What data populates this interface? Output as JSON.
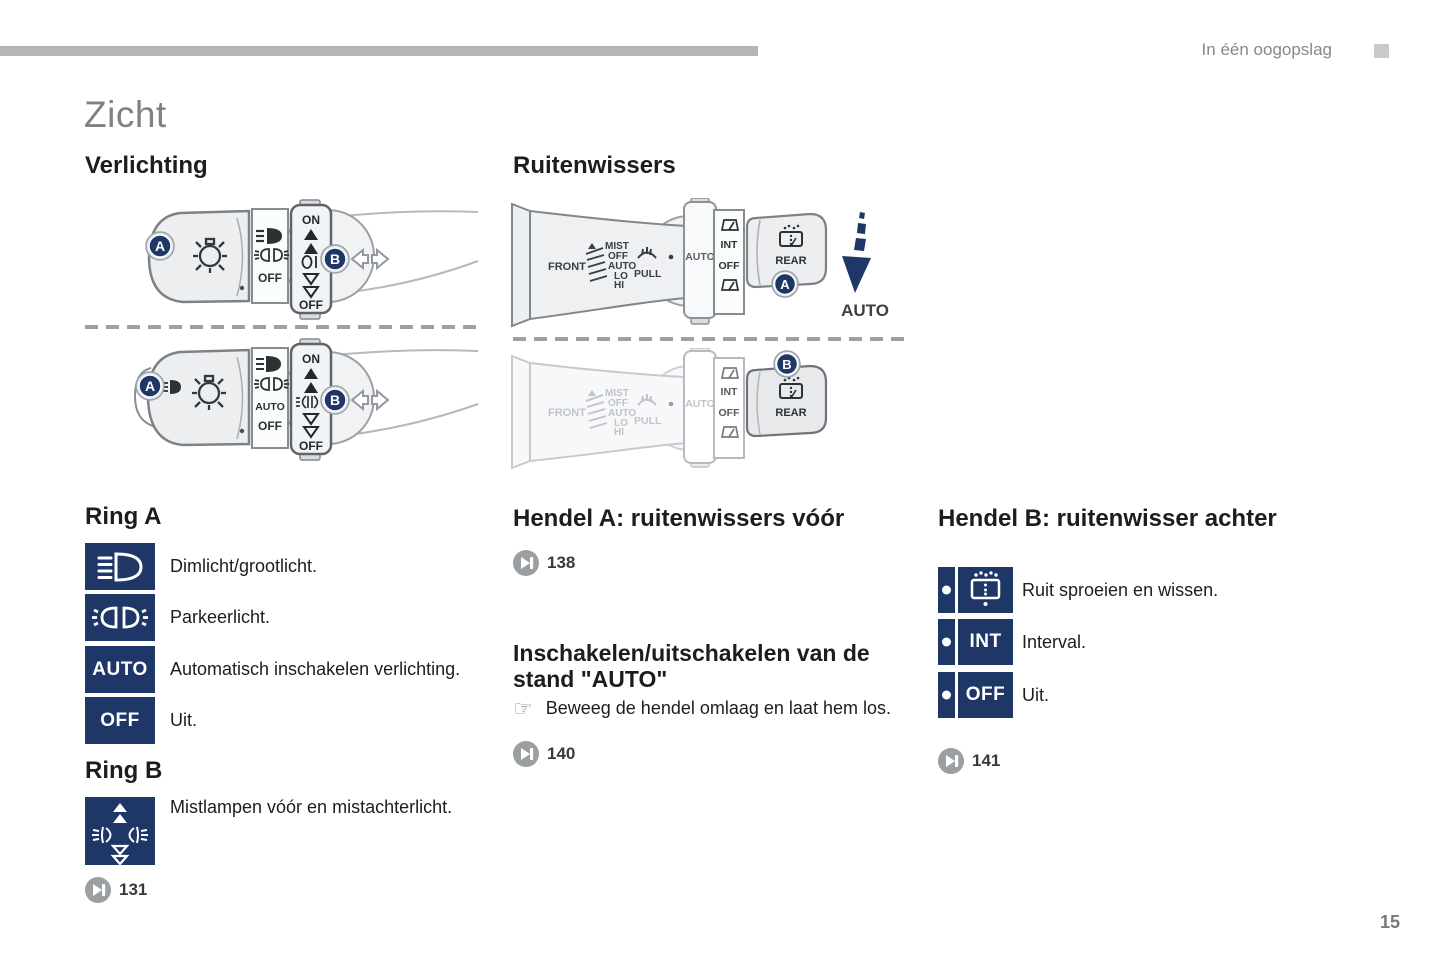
{
  "header": {
    "breadcrumb": "In één oogopslag",
    "title": "Zicht",
    "page_number": "15"
  },
  "colors": {
    "navy": "#1e3766",
    "bar_gray": "#b3b6b9",
    "title_gray": "#7f8285"
  },
  "lighting": {
    "heading": "Verlichting",
    "diagram": {
      "badge_a": "A",
      "badge_b": "B",
      "on": "ON",
      "off": "OFF",
      "auto": "AUTO"
    },
    "ring_a": {
      "heading": "Ring A",
      "items": [
        {
          "label": "Dimlicht/grootlicht."
        },
        {
          "label": "Parkeerlicht."
        },
        {
          "text": "AUTO",
          "label": "Automatisch inschakelen verlichting."
        },
        {
          "text": "OFF",
          "label": "Uit."
        }
      ]
    },
    "ring_b": {
      "heading": "Ring B",
      "label": "Mistlampen vóór en mistachterlicht.",
      "page_ref": "131"
    }
  },
  "wipers": {
    "heading": "Ruitenwissers",
    "diagram": {
      "badge_a": "A",
      "badge_b": "B",
      "front": "FRONT",
      "mist": "MIST",
      "off": "OFF",
      "auto": "AUTO",
      "lo": "LO",
      "hi": "HI",
      "pull": "PULL",
      "int": "INT",
      "rear": "REAR",
      "auto_arrow": "AUTO"
    },
    "hendel_a": {
      "heading": "Hendel A: ruitenwissers vóór",
      "page_ref": "138"
    },
    "auto_mode": {
      "heading": "Inschakelen/uitschakelen van de stand \"AUTO\"",
      "pointer": "☞",
      "instruction": "Beweeg de hendel omlaag en laat hem los.",
      "page_ref": "140"
    },
    "hendel_b": {
      "heading": "Hendel B: ruitenwisser achter",
      "items": [
        {
          "label": "Ruit sproeien en wissen."
        },
        {
          "text": "INT",
          "label": "Interval."
        },
        {
          "text": "OFF",
          "label": "Uit."
        }
      ],
      "page_ref": "141"
    }
  }
}
